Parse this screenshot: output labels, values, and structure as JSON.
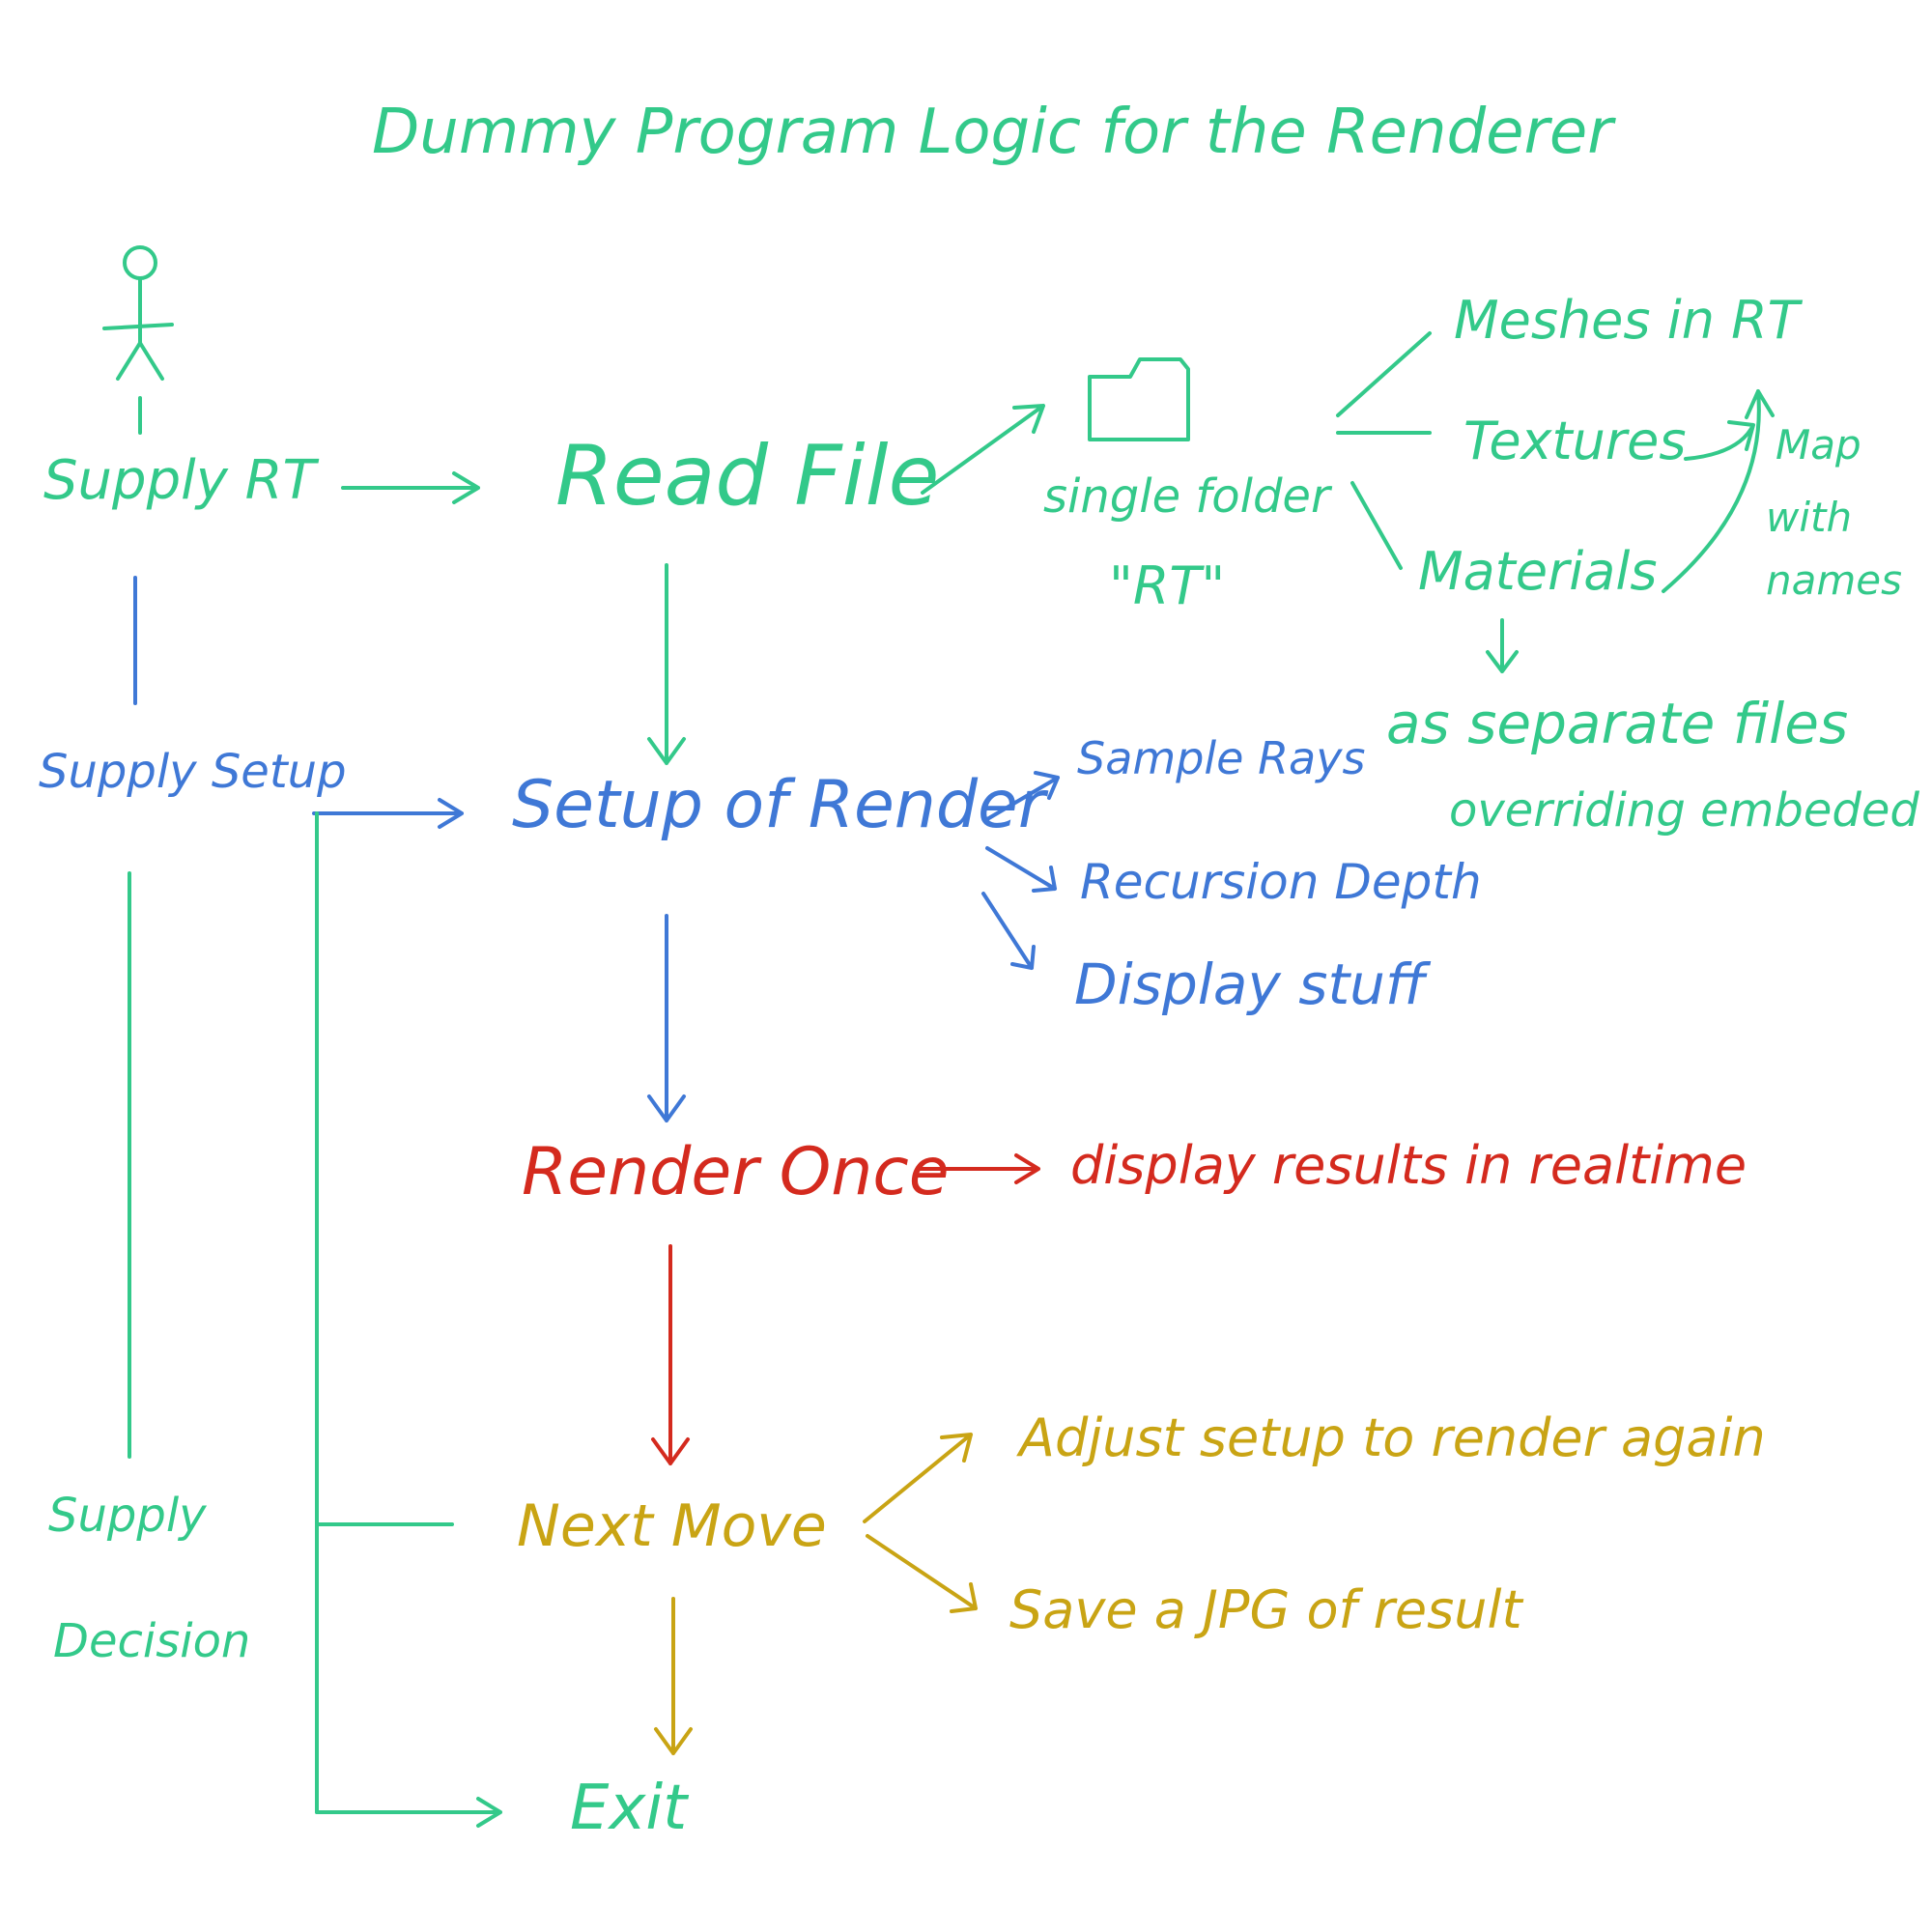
{
  "title": "Dummy Program Logic for the Renderer",
  "colors": {
    "green": "#33c98a",
    "blue": "#3f78d6",
    "red": "#d42a1e",
    "gold": "#c9a414"
  },
  "actor": {
    "icon": "stick-figure-icon",
    "steps": {
      "supply_rt": "Supply RT",
      "supply_setup": "Supply Setup",
      "supply_decision_line1": "Supply",
      "supply_decision_line2": "Decision"
    }
  },
  "flow": {
    "read_file": "Read File",
    "setup_of_render": "Setup of Render",
    "render_once": "Render Once",
    "next_move": "Next Move",
    "exit": "Exit"
  },
  "read_file_details": {
    "folder_icon": "folder-icon",
    "folder_line1": "single folder",
    "folder_line2": "\"RT\"",
    "meshes": "Meshes in RT",
    "textures": "Textures",
    "materials": "Materials",
    "map_line1": "Map",
    "map_line2": "with",
    "map_line3": "names",
    "separate_line1": "as separate files",
    "separate_line2": "overriding embeded"
  },
  "setup_details": {
    "sample_rays": "Sample Rays",
    "recursion_depth": "Recursion Depth",
    "display_stuff": "Display stuff"
  },
  "render_details": {
    "realtime": "display results in realtime"
  },
  "next_move_details": {
    "adjust": "Adjust setup to render again",
    "save": "Save a JPG of result"
  }
}
